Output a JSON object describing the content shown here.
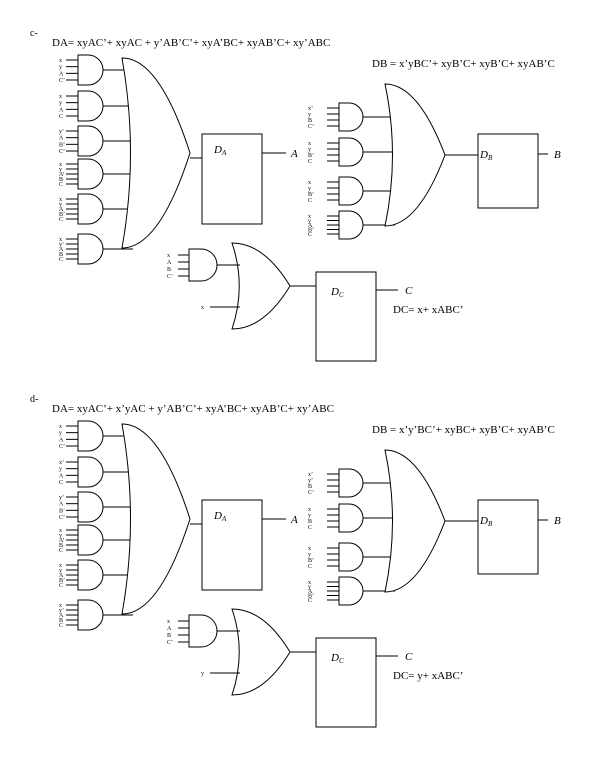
{
  "sections": [
    {
      "label": "c-",
      "eq_a": "DA= xyAC’+ xyAC + y’AB’C’+ xyA’BC+ xyAB’C+ xy’ABC",
      "eq_b": "DB = x’yBC’+ xyB’C+ xyB’C+ xyAB’C",
      "eq_c": "DC= x+ xABC’",
      "ff_a": "D",
      "ff_a_sub": "A",
      "out_a": "A",
      "ff_b": "D",
      "ff_b_sub": "B",
      "out_b": "B",
      "ff_c": "D",
      "ff_c_sub": "C",
      "out_c": "C",
      "c_single_input": "x",
      "a_gate_inputs": [
        [
          "x",
          "y",
          "A",
          "C’"
        ],
        [
          "x",
          "y",
          "A",
          "C"
        ],
        [
          "y’",
          "A",
          "B’",
          "C’"
        ],
        [
          "x",
          "y",
          "A’",
          "B",
          "C"
        ],
        [
          "x",
          "y",
          "A",
          "B’",
          "C"
        ],
        [
          "x",
          "y’",
          "A",
          "B",
          "C"
        ]
      ],
      "b_gate_inputs": [
        [
          "x’",
          "y",
          "B",
          "C’"
        ],
        [
          "x",
          "y",
          "B’",
          "C"
        ],
        [
          "x",
          "y",
          "B’",
          "C"
        ],
        [
          "x",
          "y",
          "A",
          "B’",
          "C"
        ]
      ],
      "c_gate_inputs": [
        "x",
        "A",
        "B",
        "C’"
      ]
    },
    {
      "label": "d-",
      "eq_a": "DA= xyAC’+ x’yAC + y’AB’C’+ xyA’BC+ xyAB’C+ xy’ABC",
      "eq_b": "DB = x’y’BC’+ xyBC+ xyB’C+ xyAB’C",
      "eq_c": "DC= y+ xABC’",
      "ff_a": "D",
      "ff_a_sub": "A",
      "out_a": "A",
      "ff_b": "D",
      "ff_b_sub": "B",
      "out_b": "B",
      "ff_c": "D",
      "ff_c_sub": "C",
      "out_c": "C",
      "c_single_input": "y",
      "a_gate_inputs": [
        [
          "x",
          "y",
          "A",
          "C’"
        ],
        [
          "x’",
          "y",
          "A",
          "C"
        ],
        [
          "y’",
          "A",
          "B’",
          "C’"
        ],
        [
          "x",
          "y",
          "A’",
          "B",
          "C"
        ],
        [
          "x",
          "y",
          "A",
          "B’",
          "C"
        ],
        [
          "x",
          "y’",
          "A",
          "B",
          "C"
        ]
      ],
      "b_gate_inputs": [
        [
          "x’",
          "y’",
          "B",
          "C’"
        ],
        [
          "x",
          "y",
          "B",
          "C"
        ],
        [
          "x",
          "y",
          "B’",
          "C"
        ],
        [
          "x",
          "y",
          "A",
          "B’",
          "C"
        ]
      ],
      "c_gate_inputs": [
        "x",
        "A",
        "B",
        "C’"
      ]
    }
  ]
}
